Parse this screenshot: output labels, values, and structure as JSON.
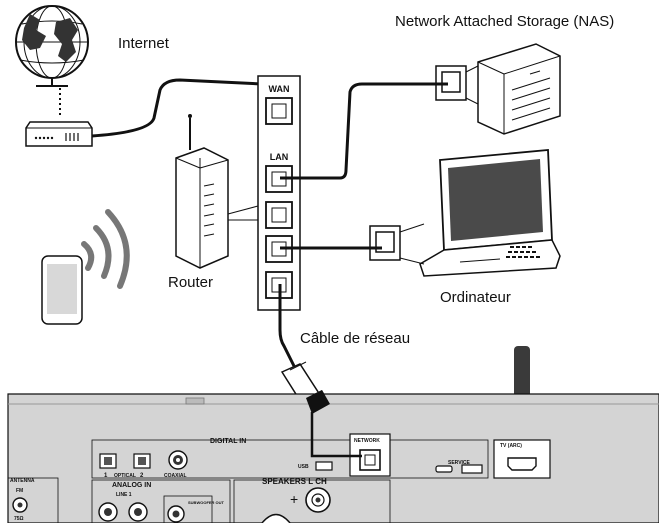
{
  "labels": {
    "internet": "Internet",
    "nas": "Network Attached Storage (NAS)",
    "router": "Router",
    "computer": "Ordinateur",
    "network_cable": "Câble de réseau"
  },
  "router_ports": {
    "wan": "WAN",
    "lan": "LAN"
  },
  "panel": {
    "digital_in": "DIGITAL IN",
    "optical": "OPTICAL",
    "optical_1": "1",
    "optical_2": "2",
    "coaxial": "COAXIAL",
    "analog_in": "ANALOG IN",
    "line_1": "LINE 1",
    "subwoofer_out": "SUBWOOFER OUT",
    "antenna": "ANTENNA",
    "fm": "FM",
    "ohm": "75Ω",
    "usb": "USB",
    "network": "NETWORK",
    "service": "SERVICE",
    "tv_arc": "TV (ARC)",
    "speakers_l_ch": "SPEAKERS L CH",
    "plus": "+"
  }
}
